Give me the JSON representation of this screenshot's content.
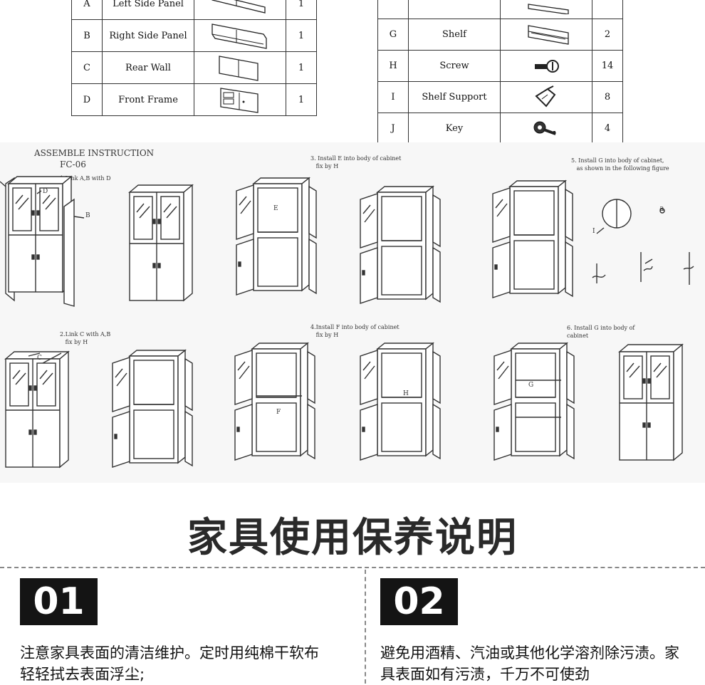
{
  "parts_left": [
    {
      "id": "A",
      "name": "Left Side Panel",
      "qty": "1",
      "icon": "side-panel-icon"
    },
    {
      "id": "B",
      "name": "Right Side Panel",
      "qty": "1",
      "icon": "side-panel-icon"
    },
    {
      "id": "C",
      "name": "Rear Wall",
      "qty": "1",
      "icon": "rear-wall-icon"
    },
    {
      "id": "D",
      "name": "Front Frame",
      "qty": "1",
      "icon": "front-frame-icon"
    }
  ],
  "parts_right": [
    {
      "id": "",
      "name": "",
      "qty": "",
      "icon": "panel-icon"
    },
    {
      "id": "G",
      "name": "Shelf",
      "qty": "2",
      "icon": "shelf-icon"
    },
    {
      "id": "H",
      "name": "Screw",
      "qty": "14",
      "icon": "screw-icon"
    },
    {
      "id": "I",
      "name": "Shelf Support",
      "qty": "8",
      "icon": "shelf-support-icon"
    },
    {
      "id": "J",
      "name": "Key",
      "qty": "4",
      "icon": "key-icon"
    }
  ],
  "instructions": {
    "title": "ASSEMBLE INSTRUCTION",
    "model": "FC-06",
    "steps": [
      "1.Link A,B with D",
      "2.Link C with A,B\n   fix by H",
      "3. Install E into body of cabinet\n   fix by H",
      "4.Install F into body of cabinet\n   fix by H",
      "5. Install G into body of cabinet,\n   as shown in the following figure",
      "6. Install G into body of\ncabinet"
    ],
    "labels": {
      "d": "D",
      "b": "B",
      "c": "C",
      "e": "E",
      "f": "F",
      "g": "G",
      "h": "H",
      "i": "I",
      "a": "a"
    }
  },
  "care": {
    "title": "家具使用保养说明",
    "items": [
      {
        "num": "01",
        "text": "注意家具表面的清洁维护。定时用纯棉干软布轻轻拭去表面浮尘;"
      },
      {
        "num": "02",
        "text": "避免用酒精、汽油或其他化学溶剂除污渍。家具表面如有污渍，千万不可使劲"
      }
    ]
  }
}
